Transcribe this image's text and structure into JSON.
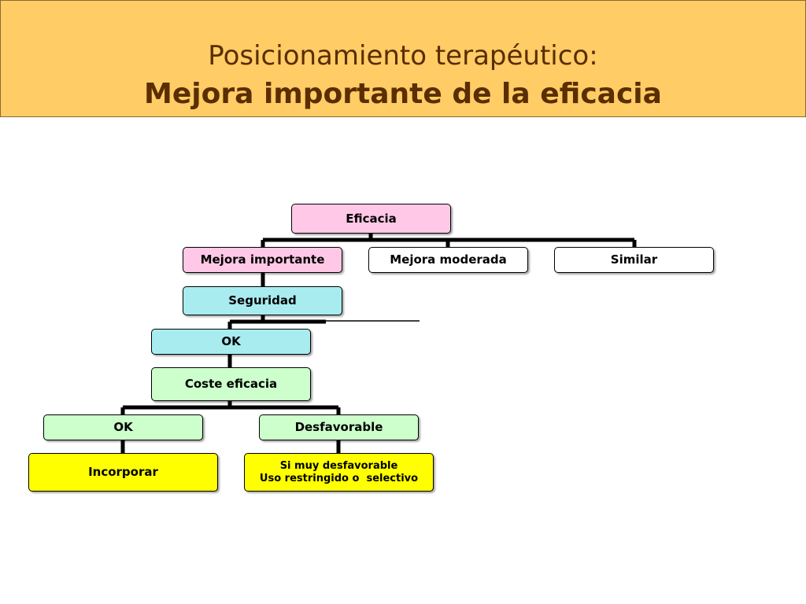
{
  "header": {
    "title_line1": "Posicionamiento terapéutico:",
    "title_line2": "Mejora importante de la eficacia"
  },
  "tree": {
    "eficacia": "Eficacia",
    "mejora_importante": "Mejora importante",
    "mejora_moderada": "Mejora moderada",
    "similar": "Similar",
    "seguridad": "Seguridad",
    "seguridad_ok": "OK",
    "coste_eficacia": "Coste eficacia",
    "coste_ok": "OK",
    "desfavorable": "Desfavorable",
    "incorporar": "Incorporar",
    "si_muy_desfavorable_line1": "Si muy desfavorable",
    "si_muy_desfavorable_line2": "Uso restringido o  selectivo"
  },
  "colors": {
    "header_bg": "#ffcc66",
    "title_text": "#5a2e00",
    "pink": "#ffc8e6",
    "cyan": "#a8ecf0",
    "green": "#ccffcc",
    "yellow": "#ffff00"
  }
}
